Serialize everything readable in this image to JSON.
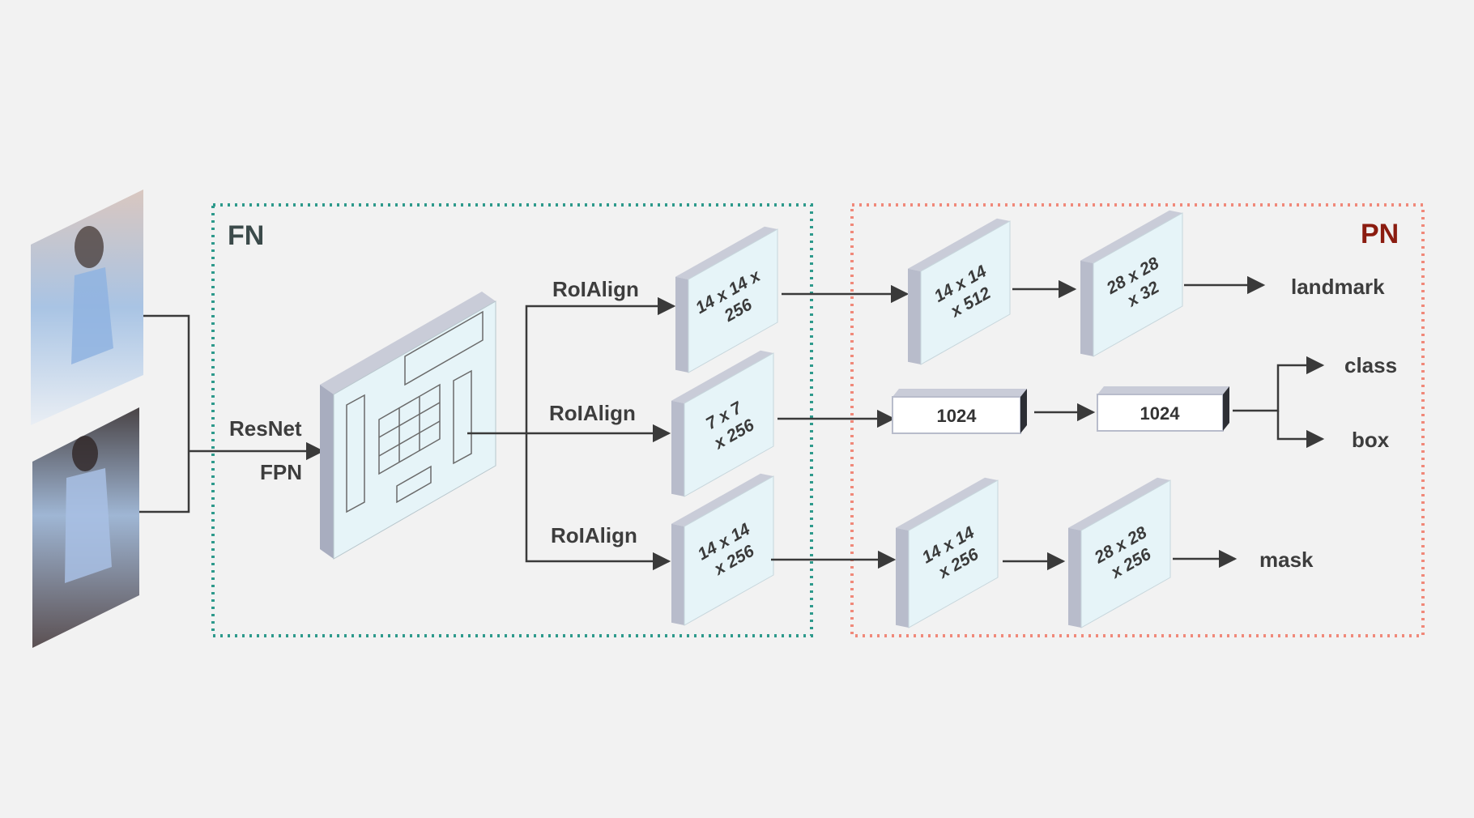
{
  "groups": {
    "fn": {
      "title": "FN",
      "color": "#2e9a8c",
      "title_color": "#3b4a4a"
    },
    "pn": {
      "title": "PN",
      "color": "#f0897a",
      "title_color": "#8b1c10"
    }
  },
  "backbone": {
    "label_line1": "ResNet",
    "label_line2": "FPN"
  },
  "roi_labels": [
    "RoIAlign",
    "RoIAlign",
    "RoIAlign"
  ],
  "fn_blocks": [
    {
      "line1": "14 x 14 x",
      "line2": "256"
    },
    {
      "line1": "7 x 7",
      "line2": "x 256"
    },
    {
      "line1": "14 x 14",
      "line2": "x 256"
    }
  ],
  "pn_landmark_blocks": [
    {
      "line1": "14 x 14",
      "line2": "x 512"
    },
    {
      "line1": "28 x 28",
      "line2": "x 32"
    }
  ],
  "pn_fc_blocks": [
    "1024",
    "1024"
  ],
  "pn_mask_blocks": [
    {
      "line1": "14 x 14",
      "line2": "x 256"
    },
    {
      "line1": "28 x 28",
      "line2": "x 256"
    }
  ],
  "outputs": {
    "landmark": "landmark",
    "class": "class",
    "box": "box",
    "mask": "mask"
  },
  "colors": {
    "block_face": "#e6f4f8",
    "block_side": "#b8bccb",
    "block_top": "#c9ccd8",
    "arrow": "#3a3a3a"
  }
}
